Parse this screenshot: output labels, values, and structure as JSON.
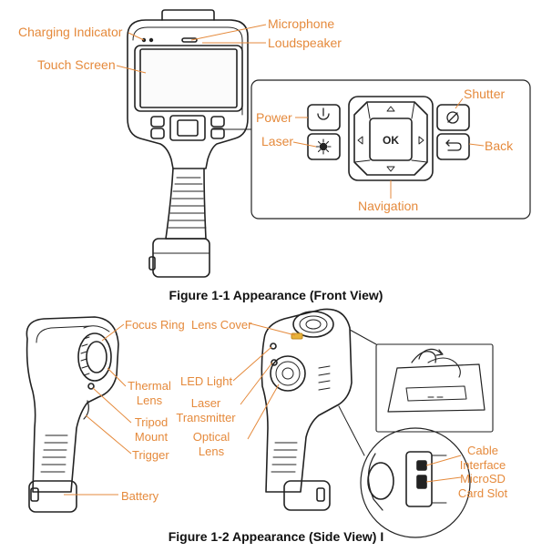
{
  "figure1": {
    "labels": {
      "charging_indicator": "Charging Indicator",
      "microphone": "Microphone",
      "loudspeaker": "Loudspeaker",
      "touch_screen": "Touch Screen",
      "power": "Power",
      "laser": "Laser",
      "shutter": "Shutter",
      "back": "Back",
      "navigation": "Navigation"
    },
    "caption": "Figure 1-1 Appearance (Front View)"
  },
  "figure2": {
    "labels": {
      "focus_ring": "Focus Ring",
      "lens_cover": "Lens Cover",
      "thermal_lens": [
        "Thermal",
        "Lens"
      ],
      "tripod_mount": [
        "Tripod",
        "Mount"
      ],
      "trigger": "Trigger",
      "battery": "Battery",
      "led_light": "LED Light",
      "laser_transmitter": [
        "Laser",
        "Transmitter"
      ],
      "optical_lens": [
        "Optical",
        "Lens"
      ],
      "cable_interface": [
        "Cable",
        "Interface"
      ],
      "microsd_card_slot": [
        "MicroSD",
        "Card Slot"
      ]
    },
    "caption": "Figure 1-2 Appearance (Side View) I"
  },
  "colors": {
    "label": "#e58a3c",
    "line": "#222222",
    "leader": "#e58a3c"
  },
  "keypad": {
    "ok_text": "OK"
  }
}
